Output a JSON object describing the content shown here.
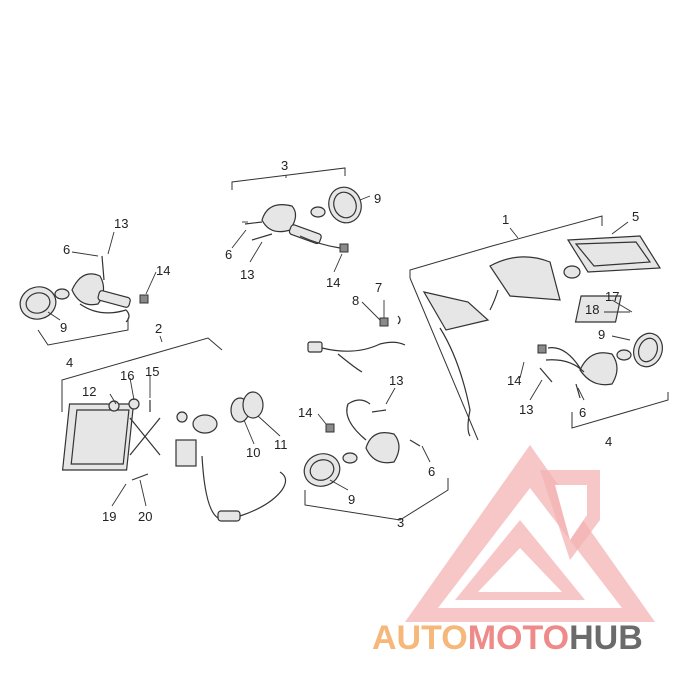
{
  "callouts": [
    {
      "id": "c1",
      "text": "1"
    },
    {
      "id": "c2",
      "text": "2"
    },
    {
      "id": "c3a",
      "text": "3"
    },
    {
      "id": "c3b",
      "text": "3"
    },
    {
      "id": "c4a",
      "text": "4"
    },
    {
      "id": "c4b",
      "text": "4"
    },
    {
      "id": "c5",
      "text": "5"
    },
    {
      "id": "c6a",
      "text": "6"
    },
    {
      "id": "c6b",
      "text": "6"
    },
    {
      "id": "c6c",
      "text": "6"
    },
    {
      "id": "c6d",
      "text": "6"
    },
    {
      "id": "c7",
      "text": "7"
    },
    {
      "id": "c8",
      "text": "8"
    },
    {
      "id": "c9a",
      "text": "9"
    },
    {
      "id": "c9b",
      "text": "9"
    },
    {
      "id": "c9c",
      "text": "9"
    },
    {
      "id": "c9d",
      "text": "9"
    },
    {
      "id": "c10",
      "text": "10"
    },
    {
      "id": "c11",
      "text": "11"
    },
    {
      "id": "c12",
      "text": "12"
    },
    {
      "id": "c13a",
      "text": "13"
    },
    {
      "id": "c13b",
      "text": "13"
    },
    {
      "id": "c13c",
      "text": "13"
    },
    {
      "id": "c13d",
      "text": "13"
    },
    {
      "id": "c14a",
      "text": "14"
    },
    {
      "id": "c14b",
      "text": "14"
    },
    {
      "id": "c14c",
      "text": "14"
    },
    {
      "id": "c14d",
      "text": "14"
    },
    {
      "id": "c15",
      "text": "15"
    },
    {
      "id": "c16",
      "text": "16"
    },
    {
      "id": "c17",
      "text": "17"
    },
    {
      "id": "c18",
      "text": "18"
    },
    {
      "id": "c19",
      "text": "19"
    },
    {
      "id": "c20",
      "text": "20"
    }
  ],
  "watermark": {
    "part1": "AUTO",
    "part2": "MOTO",
    "part3": "HUB",
    "color_auto": "#f5b87a",
    "color_moto": "#ee8a8a",
    "color_hub": "#6b6b6b",
    "logo_color": "#f2a6a6"
  }
}
